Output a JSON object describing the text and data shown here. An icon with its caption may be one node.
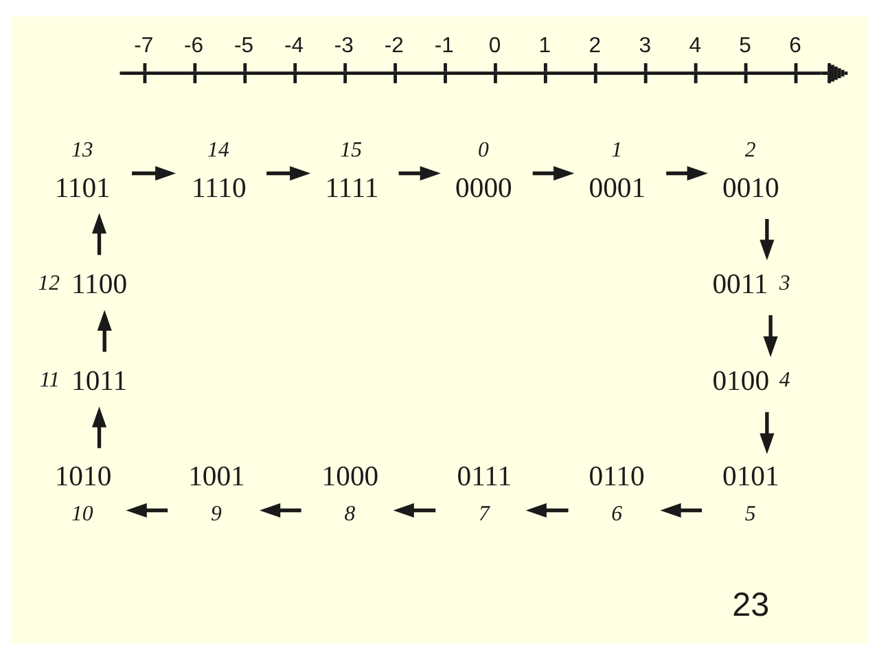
{
  "diagram": {
    "nodes": [
      {
        "text": [
          "1101"
        ],
        "beside": [
          "13"
        ]
      },
      {
        "text": [
          "1110"
        ],
        "beside": [
          "14"
        ]
      },
      {
        "text": [
          "1111"
        ],
        "beside": [
          "15"
        ]
      },
      {
        "text": [
          "0000"
        ],
        "beside": [
          "0"
        ]
      },
      {
        "text": [
          "0001"
        ],
        "beside": [
          "1"
        ]
      },
      {
        "text": [
          "0010"
        ],
        "beside": [
          "2"
        ]
      },
      {
        "text": [
          "1100"
        ],
        "beside": [
          "12"
        ]
      },
      {
        "text": [
          "0011"
        ],
        "beside": [
          "3"
        ]
      },
      {
        "text": [
          "1011"
        ],
        "beside": [
          "11"
        ]
      },
      {
        "text": [
          "0100"
        ],
        "beside": [
          "4"
        ]
      },
      {
        "text": [
          "1010"
        ],
        "beside": [
          "10"
        ]
      },
      {
        "text": [
          "1001"
        ],
        "beside": [
          "9"
        ]
      },
      {
        "text": [
          "1000"
        ],
        "beside": [
          "8"
        ]
      },
      {
        "text": [
          "0111"
        ],
        "beside": [
          "7"
        ]
      },
      {
        "text": [
          "0110"
        ],
        "beside": [
          "6"
        ]
      },
      {
        "text": [
          "0101"
        ],
        "beside": [
          "5"
        ]
      }
    ],
    "edges": [
      {
        "from": 0,
        "to": 1,
        "arrow": "to"
      },
      {
        "from": 1,
        "to": 2,
        "arrow": "to"
      },
      {
        "from": 2,
        "to": 3,
        "arrow": "to"
      },
      {
        "from": 3,
        "to": 4,
        "arrow": "to"
      },
      {
        "from": 4,
        "to": 5,
        "arrow": "to"
      },
      {
        "from": 5,
        "to": 7,
        "arrow": "to"
      },
      {
        "from": 7,
        "to": 9,
        "arrow": "to"
      },
      {
        "from": 9,
        "to": 15,
        "arrow": "to"
      },
      {
        "from": 15,
        "to": 14,
        "arrow": "to"
      },
      {
        "from": 14,
        "to": 13,
        "arrow": "to"
      },
      {
        "from": 13,
        "to": 12,
        "arrow": "to"
      },
      {
        "from": 12,
        "to": 11,
        "arrow": "to"
      },
      {
        "from": 11,
        "to": 10,
        "arrow": "to"
      },
      {
        "from": 10,
        "to": 8,
        "arrow": "to"
      },
      {
        "from": 8,
        "to": 6,
        "arrow": "to"
      },
      {
        "from": 6,
        "to": 0,
        "arrow": "to"
      }
    ],
    "labels": [
      "-7",
      "-6",
      "-5",
      "-4",
      "-3",
      "-2",
      "-1",
      "0",
      "1",
      "2",
      "3",
      "4",
      "5",
      "6",
      "23"
    ]
  }
}
